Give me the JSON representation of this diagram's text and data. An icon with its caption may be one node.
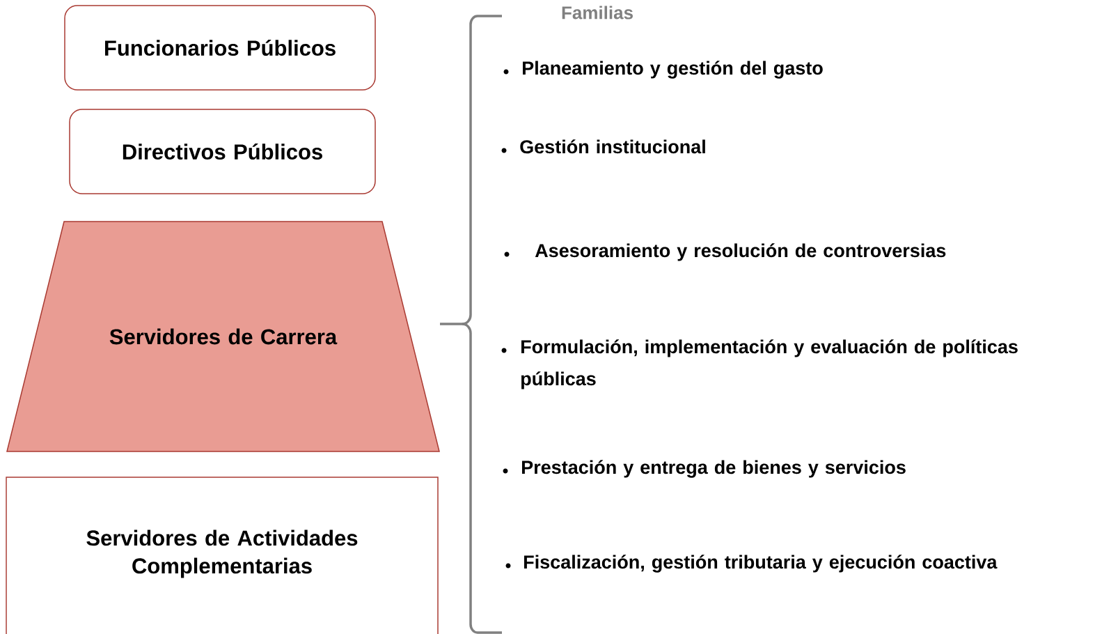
{
  "diagram": {
    "nodes": [
      {
        "text": [
          "Funcionarios Públicos"
        ]
      },
      {
        "text": [
          "Directivos Públicos"
        ]
      },
      {
        "text": [
          "Servidores de Carrera"
        ]
      },
      {
        "text": [
          "Servidores de Actividades Complementarias"
        ]
      }
    ],
    "labels": [
      "Familias",
      "Planeamiento y gestión del gasto",
      "Gestión institucional",
      "Asesoramiento y resolución de controversias",
      "Formulación, implementación y evaluación de políticas públicas",
      "Prestación y entrega de bienes y servicios",
      "Fiscalización, gestión tributaria y ejecución coactiva"
    ]
  }
}
